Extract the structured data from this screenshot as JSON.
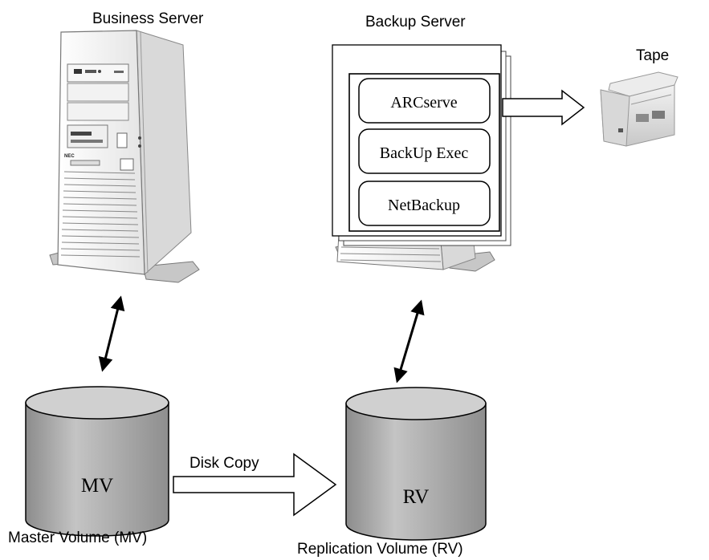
{
  "labels": {
    "business_server": "Business Server",
    "backup_server": "Backup Server",
    "tape": "Tape",
    "master_volume": "Master Volume (MV)",
    "replication_volume": "Replication Volume (RV)",
    "disk_copy": "Disk Copy"
  },
  "disks": {
    "mv": "MV",
    "rv": "RV"
  },
  "backup_software": [
    "ARCserve",
    "BackUp Exec",
    "NetBackup"
  ],
  "logos": {
    "server_brand": "NEC"
  },
  "colors": {
    "cylinder_side": "#a6a6a6",
    "cylinder_top": "#d2d2d2",
    "server_body": "#f2f2f2",
    "server_shadow": "#9a9a9a",
    "outline": "#000000"
  }
}
